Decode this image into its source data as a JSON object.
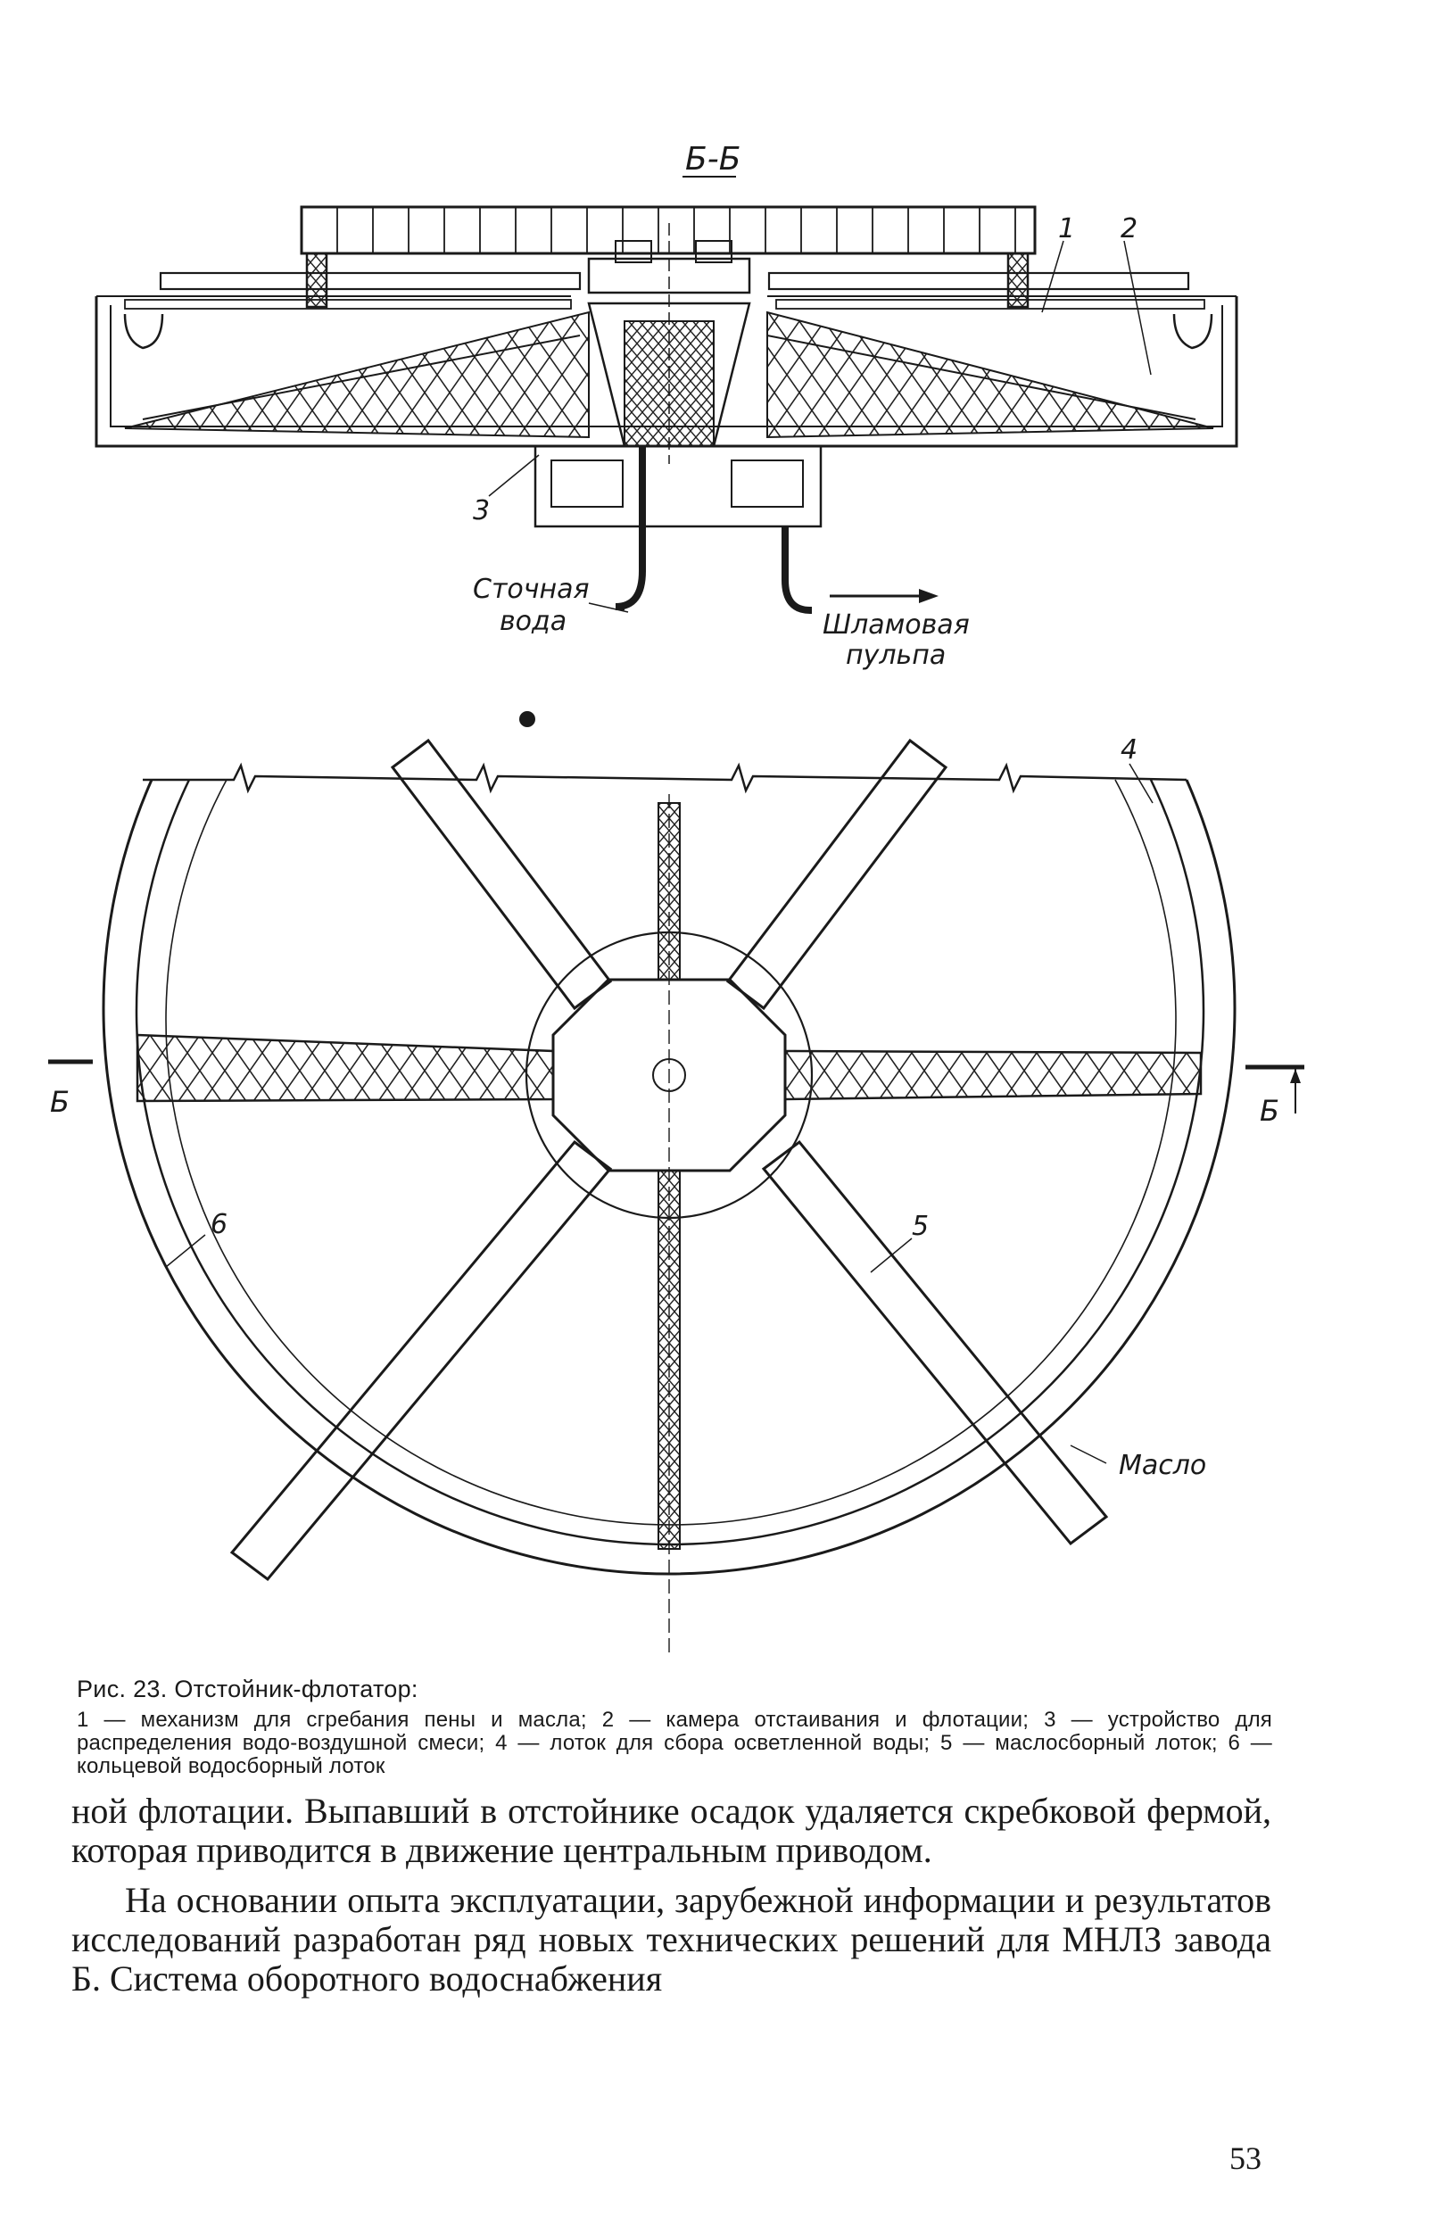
{
  "figure": {
    "section_label": "Б-Б",
    "callouts": {
      "top_1": "1",
      "top_2": "2",
      "top_3": "3",
      "plan_4": "4",
      "plan_5": "5",
      "plan_6": "6",
      "section_left": "Б",
      "section_right": "Б"
    },
    "labels": {
      "waste_water_line1": "Сточная",
      "waste_water_line2": "вода",
      "sludge_line1": "Шламовая",
      "sludge_line2": "пульпа",
      "oil": "Масло"
    }
  },
  "caption": {
    "title": "Рис. 23. Отстойник-флотатор:",
    "body": "1 — механизм для сгребания пены и масла; 2 — камера отстаивания и флотации; 3 — устройство для распределения водо-воздушной смеси; 4 — лоток для сбора осветленной воды; 5 — маслосборный лоток; 6 — кольцевой водосборный лоток"
  },
  "text": {
    "paragraph1": "ной флотации. Выпавший в отстойнике осадок удаляется скребковой фермой, которая приводится в движение центральным приводом.",
    "paragraph2": "На основании опыта эксплуатации, зарубежной информации и результатов исследований разработан ряд новых технических решений для МНЛЗ завода Б. Система оборотного водоснабжения"
  },
  "page_number": "53"
}
